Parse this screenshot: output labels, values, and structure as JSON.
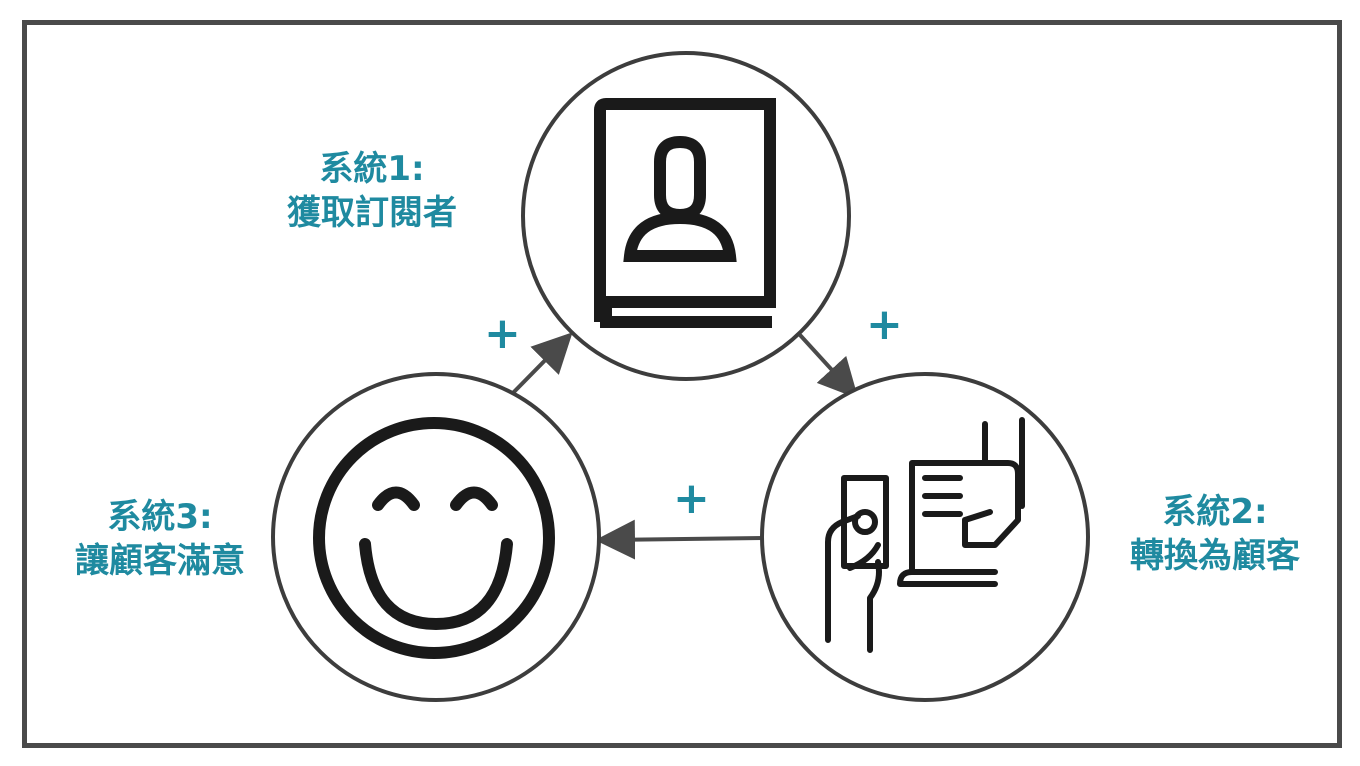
{
  "colors": {
    "accent": "#1f8aa0",
    "stroke": "#1a1a1a",
    "circle": "#3d3d3d",
    "arrow": "#4a4a4a",
    "frame": "#4a4a4a"
  },
  "systems": [
    {
      "id": "s1",
      "title": "系統1:",
      "subtitle": "獲取訂閱者",
      "icon": "subscriber-book-icon"
    },
    {
      "id": "s2",
      "title": "系統2:",
      "subtitle": "轉換為顧客",
      "icon": "payment-exchange-icon"
    },
    {
      "id": "s3",
      "title": "系統3:",
      "subtitle": "讓顧客滿意",
      "icon": "smiley-face-icon"
    }
  ],
  "connectors": [
    {
      "from": "s1",
      "to": "s2",
      "sign": "+"
    },
    {
      "from": "s2",
      "to": "s3",
      "sign": "+"
    },
    {
      "from": "s3",
      "to": "s1",
      "sign": "+"
    }
  ]
}
